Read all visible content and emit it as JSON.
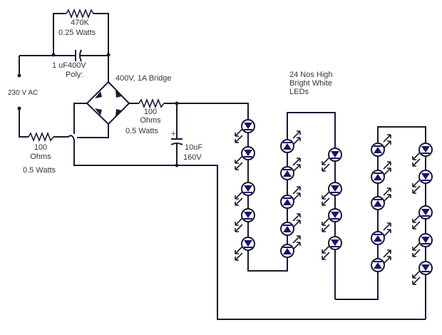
{
  "diagram": {
    "title": "230V AC LED lamp circuit",
    "colors": {
      "wire": "#1a1a33",
      "led": "#14146e",
      "text": "#333333",
      "background": "#ffffff"
    },
    "labels": {
      "r_feedback_value": "470K",
      "r_feedback_power": "0.25 Watts",
      "cap_value": "1 uF400V",
      "cap_type": "Poly:",
      "ac_source": "230 V AC",
      "bridge": "400V, 1A Bridge",
      "r_out_value": "100",
      "r_out_unit": "Ohms",
      "r_out_power": "0.5 Watts",
      "r_in_value": "100",
      "r_in_unit": "Ohms",
      "r_in_power": "0.5 Watts",
      "filter_cap_value": "10uF",
      "filter_cap_voltage": "160V",
      "led_note_1": "24 Nos High",
      "led_note_2": "Bright White",
      "led_note_3": "LEDs"
    },
    "led_columns": [
      {
        "direction": "down",
        "count": 5
      },
      {
        "direction": "up",
        "count": 5
      },
      {
        "direction": "down",
        "count": 4
      },
      {
        "direction": "up",
        "count": 5
      },
      {
        "direction": "down",
        "count": 5
      }
    ],
    "led_total": 24
  }
}
